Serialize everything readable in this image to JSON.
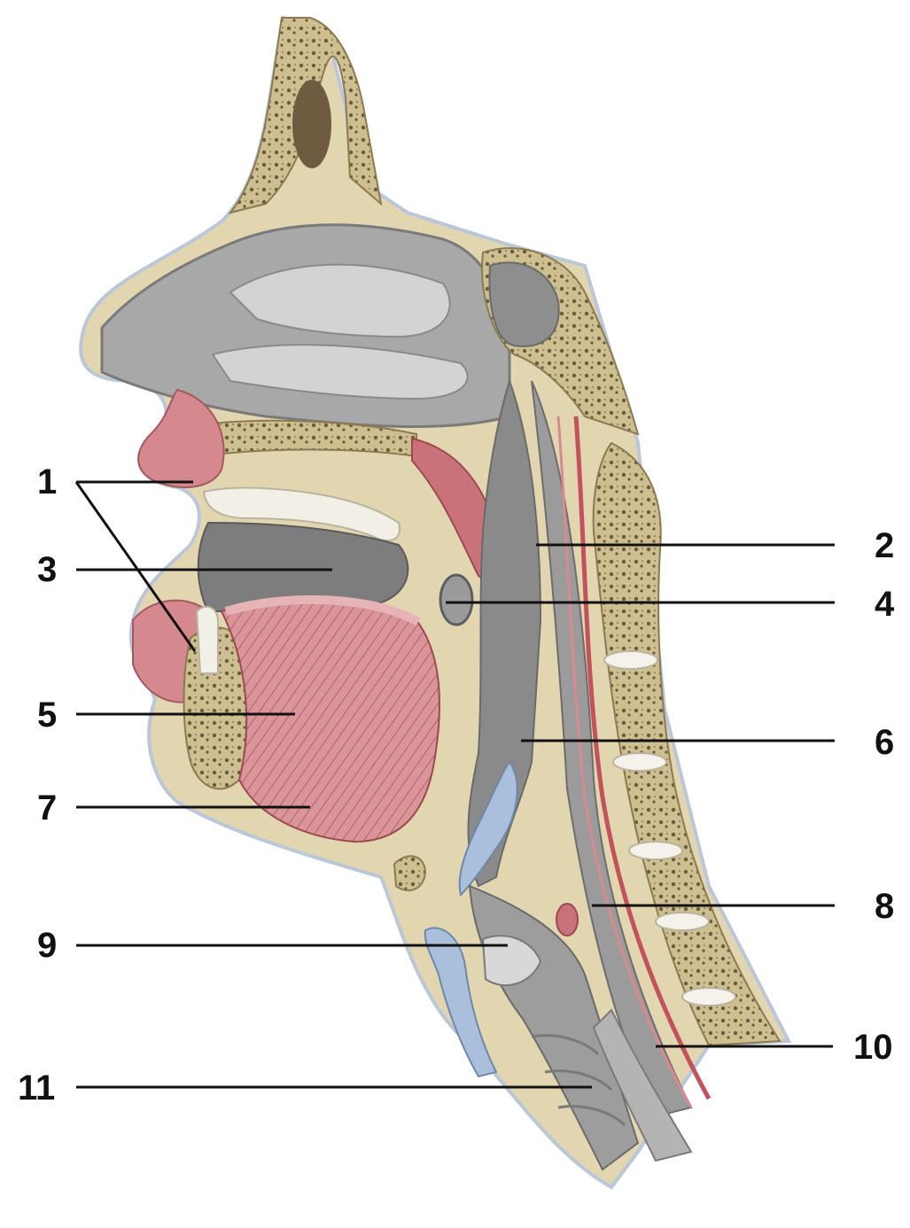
{
  "callouts": [
    {
      "id": "1",
      "label": "1"
    },
    {
      "id": "2",
      "label": "2"
    },
    {
      "id": "3",
      "label": "3"
    },
    {
      "id": "4",
      "label": "4"
    },
    {
      "id": "5",
      "label": "5"
    },
    {
      "id": "6",
      "label": "6"
    },
    {
      "id": "7",
      "label": "7"
    },
    {
      "id": "8",
      "label": "8"
    },
    {
      "id": "9",
      "label": "9"
    },
    {
      "id": "10",
      "label": "10"
    },
    {
      "id": "11",
      "label": "11"
    }
  ],
  "colors": {
    "bone": "#cdbf8f",
    "bone_dark": "#6b5b3c",
    "soft_tissue": "#e2d6b0",
    "skin_edge": "#b9c7d8",
    "muscle": "#c9727a",
    "mucosa": "#9a9a9a",
    "cavity": "#6f6f6f",
    "cartilage": "#a9bfdc",
    "leader_line": "#111111"
  }
}
